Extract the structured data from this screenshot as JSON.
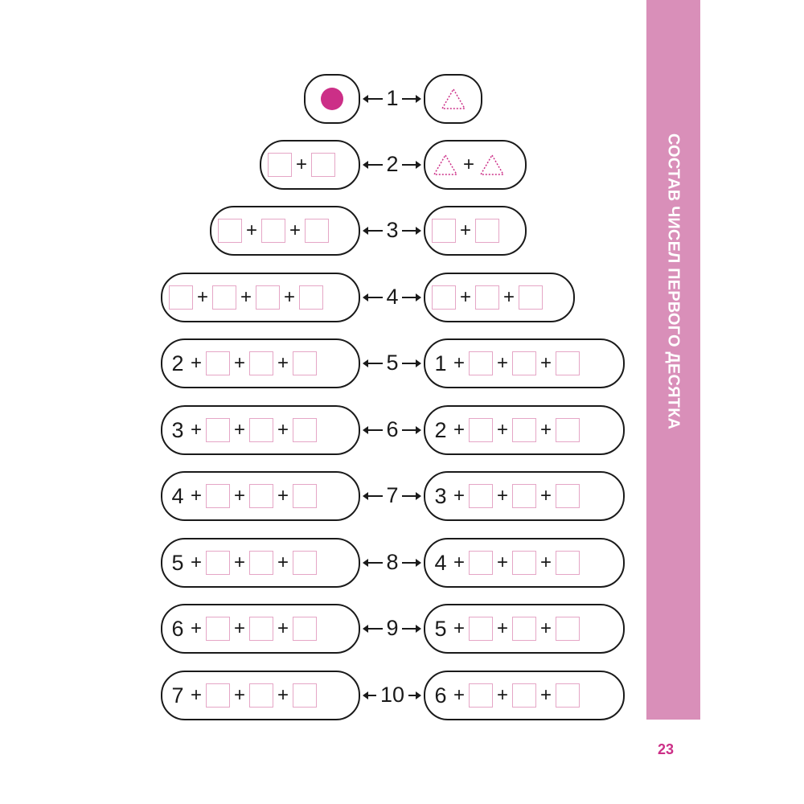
{
  "sidebar": {
    "title": "СОСТАВ ЧИСЕЛ ПЕРВОГО ДЕСЯТКА"
  },
  "page_number": "23",
  "colors": {
    "accent": "#cc2f87",
    "sidebar": "#d98fb9",
    "box_border": "#e5a6c6"
  },
  "rows": [
    {
      "number": "1",
      "left": [
        "dot"
      ],
      "right": [
        "triangle"
      ]
    },
    {
      "number": "2",
      "left": [
        "box",
        "+",
        "box"
      ],
      "right": [
        "triangle",
        "+",
        "triangle"
      ]
    },
    {
      "number": "3",
      "left": [
        "box",
        "+",
        "box",
        "+",
        "box"
      ],
      "right": [
        "box",
        "+",
        "box"
      ]
    },
    {
      "number": "4",
      "left": [
        "box",
        "+",
        "box",
        "+",
        "box",
        "+",
        "box"
      ],
      "right": [
        "box",
        "+",
        "box",
        "+",
        "box"
      ]
    },
    {
      "number": "5",
      "left": [
        "2",
        "+",
        "box",
        "+",
        "box",
        "+",
        "box"
      ],
      "right": [
        "1",
        "+",
        "box",
        "+",
        "box",
        "+",
        "box"
      ]
    },
    {
      "number": "6",
      "left": [
        "3",
        "+",
        "box",
        "+",
        "box",
        "+",
        "box"
      ],
      "right": [
        "2",
        "+",
        "box",
        "+",
        "box",
        "+",
        "box"
      ]
    },
    {
      "number": "7",
      "left": [
        "4",
        "+",
        "box",
        "+",
        "box",
        "+",
        "box"
      ],
      "right": [
        "3",
        "+",
        "box",
        "+",
        "box",
        "+",
        "box"
      ]
    },
    {
      "number": "8",
      "left": [
        "5",
        "+",
        "box",
        "+",
        "box",
        "+",
        "box"
      ],
      "right": [
        "4",
        "+",
        "box",
        "+",
        "box",
        "+",
        "box"
      ]
    },
    {
      "number": "9",
      "left": [
        "6",
        "+",
        "box",
        "+",
        "box",
        "+",
        "box"
      ],
      "right": [
        "5",
        "+",
        "box",
        "+",
        "box",
        "+",
        "box"
      ]
    },
    {
      "number": "10",
      "left": [
        "7",
        "+",
        "box",
        "+",
        "box",
        "+",
        "box"
      ],
      "right": [
        "6",
        "+",
        "box",
        "+",
        "box",
        "+",
        "box"
      ]
    }
  ]
}
